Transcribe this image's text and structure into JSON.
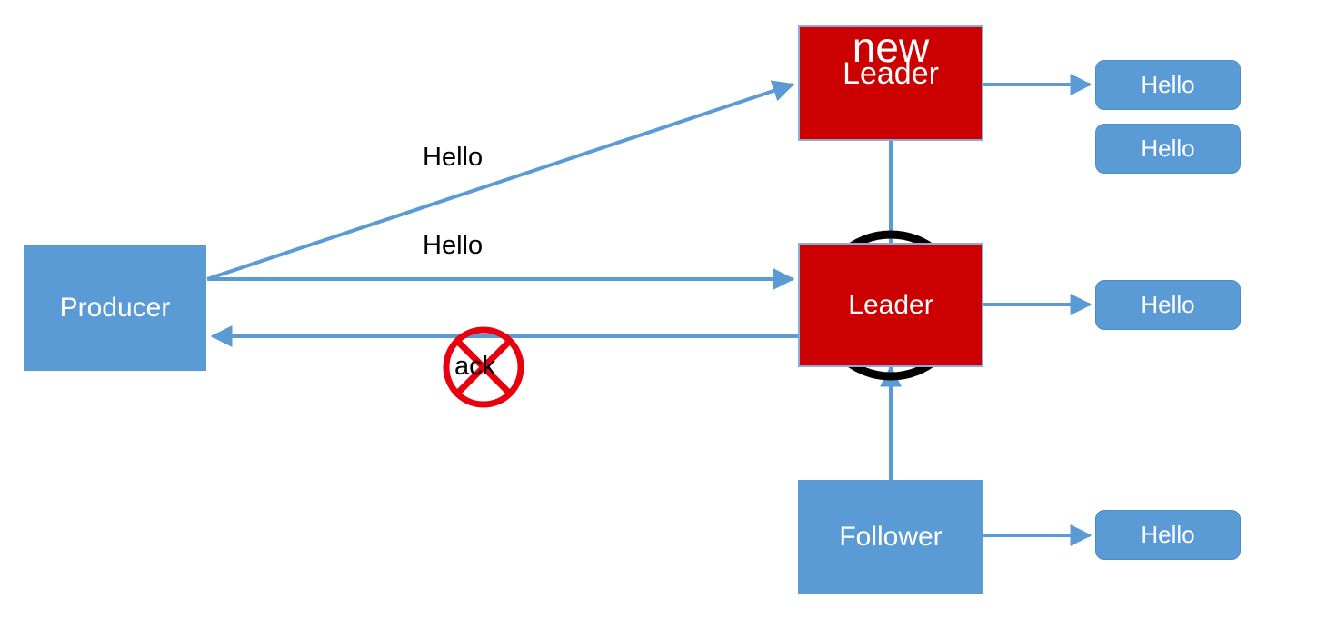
{
  "diagram": {
    "title": "Kafka producer leader failover diagram",
    "colors": {
      "blue_fill": "#5B9BD5",
      "red_fill": "#CC0000",
      "arrow_blue": "#5B9BD5",
      "cross_black": "#000000",
      "cross_red": "#E8000D",
      "text_white": "#FFFFFF",
      "text_black": "#000000",
      "background": "#FFFFFF"
    },
    "nodes": {
      "producer": {
        "label": "Producer",
        "state": "alive"
      },
      "new_leader": {
        "label_top": "new",
        "label_bottom": "Leader",
        "state": "alive"
      },
      "dead_leader": {
        "label": "Leader",
        "state": "crossed-out"
      },
      "follower": {
        "label": "Follower",
        "state": "alive"
      }
    },
    "messages": {
      "new_leader_log": [
        {
          "label": "Hello"
        },
        {
          "label": "Hello"
        }
      ],
      "dead_leader_log": [
        {
          "label": "Hello"
        }
      ],
      "follower_log": [
        {
          "label": "Hello"
        }
      ]
    },
    "edge_labels": {
      "producer_to_new_leader": "Hello",
      "producer_to_dead_leader": "Hello",
      "ack_blocked": "ack"
    }
  }
}
